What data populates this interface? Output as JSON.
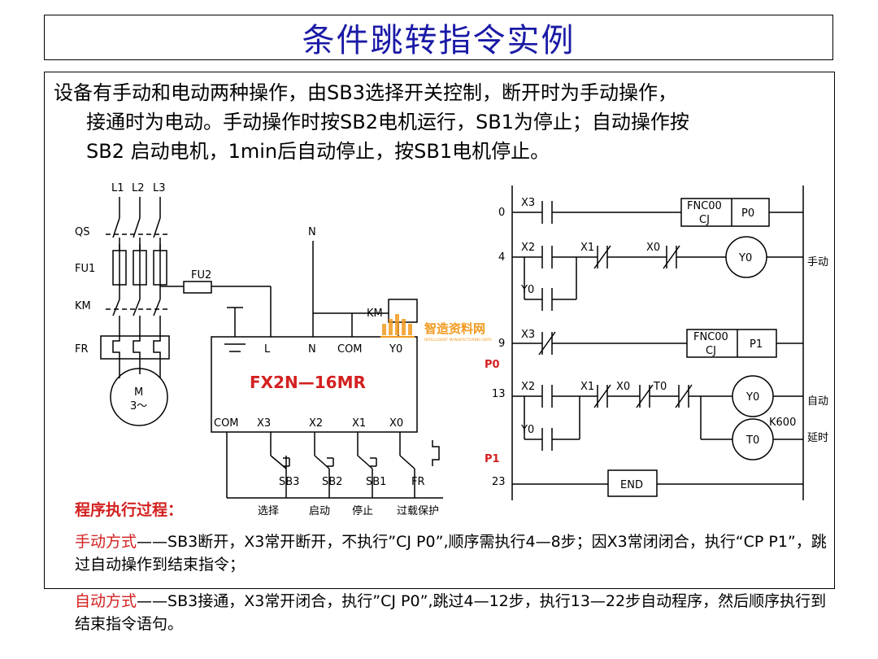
{
  "title": "条件跳转指令实例",
  "intro": {
    "line1": "设备有手动和电动两种操作，由SB3选择开关控制，断开时为手动操作，",
    "line2": "接通时为电动。手动操作时按SB2电机运行，SB1为停止；自动操作按",
    "line3": "SB2 启动电机，1min后自动停止，按SB1电机停止。"
  },
  "circuit": {
    "l1": "L1",
    "l2": "L2",
    "l3": "L3",
    "qs": "QS",
    "fu1": "FU1",
    "fu2": "FU2",
    "km": "KM",
    "fr": "FR",
    "n": "N",
    "motor_m": "M",
    "motor_phase": "3～",
    "km_coil": "KM",
    "plc_model": "FX2N—16MR",
    "term_l": "L",
    "term_n": "N",
    "term_com_top": "COM",
    "term_y0": "Y0",
    "term_com_bot": "COM",
    "term_x3": "X3",
    "term_x2": "X2",
    "term_x1": "X1",
    "term_x0": "X0",
    "sw_sb3": "SB3",
    "sw_sb2": "SB2",
    "sw_sb1": "SB1",
    "sw_fr": "FR",
    "cap_select": "选择",
    "cap_start": "启动",
    "cap_stop": "停止",
    "cap_overload": "过载保护"
  },
  "watermark": {
    "main": "智造资料网",
    "sub": "INTELLIGENT MANUFACTURING DATA"
  },
  "ladder": {
    "step0": "0",
    "step4": "4",
    "step9": "9",
    "step13": "13",
    "step23": "23",
    "p0_label": "P0",
    "p1_label": "P1",
    "r0_x3": "X3",
    "r0_fnc": "FNC00",
    "r0_cj": "CJ",
    "r0_p0": "P0",
    "r1_x2": "X2",
    "r1_x1": "X1",
    "r1_x0": "X0",
    "r1_y0": "Y0",
    "r1_y0b": "Y0",
    "r1_note": "手动",
    "r2_x3": "X3",
    "r2_fnc": "FNC00",
    "r2_cj": "CJ",
    "r2_p1": "P1",
    "r3_x2": "X2",
    "r3_x1": "X1",
    "r3_x0": "X0",
    "r3_t0": "T0",
    "r3_y0": "Y0",
    "r3_y0b": "Y0",
    "r3_k600": "K600",
    "r3_t0coil": "T0",
    "r3_note_auto": "自动",
    "r3_note_delay": "延时",
    "r4_end": "END"
  },
  "process": {
    "title": "程序执行过程：",
    "manual_label": "手动方式",
    "manual_text": "——SB3断开，X3常开断开，不执行”CJ  P0”,顺序需执行4—8步；因X3常闭闭合，执行“CP  P1”，跳过自动操作到结束指令；",
    "auto_label": "自动方式",
    "auto_text": "——SB3接通，X3常开闭合，执行”CJ  P0”,跳过4—12步，执行13—22步自动程序，然后顺序执行到结束指令语句。"
  }
}
